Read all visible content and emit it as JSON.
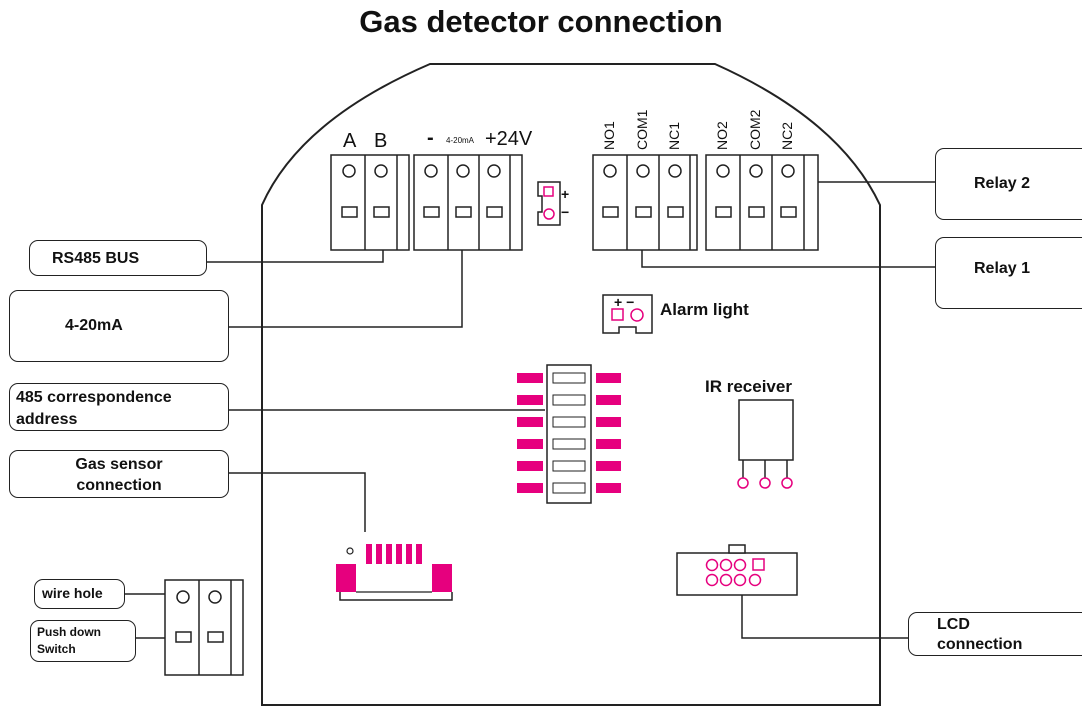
{
  "title": "Gas detector connection",
  "terminals": {
    "a": "A",
    "b": "B",
    "minus": "-",
    "ma": "4-20mA",
    "v24": "+24V",
    "no1": "NO1",
    "com1": "COM1",
    "nc1": "NC1",
    "no2": "NO2",
    "com2": "COM2",
    "nc2": "NC2",
    "plus": "+",
    "minus_sign": "−",
    "pm": "+ −"
  },
  "callouts": {
    "rs485": "RS485 BUS",
    "ma": "4-20mA",
    "addr_1": "485 correspondence",
    "addr_2": "address",
    "gas_1": "Gas sensor",
    "gas_2": "connection",
    "wire_hole": "wire hole",
    "push_1": "Push down",
    "push_2": "Switch",
    "relay2": "Relay 2",
    "relay1": "Relay 1",
    "lcd_1": "LCD",
    "lcd_2": "connection"
  },
  "labels": {
    "alarm_light": "Alarm light",
    "ir_receiver": "IR receiver"
  },
  "colors": {
    "accent": "#e6007e",
    "line": "#222222"
  }
}
